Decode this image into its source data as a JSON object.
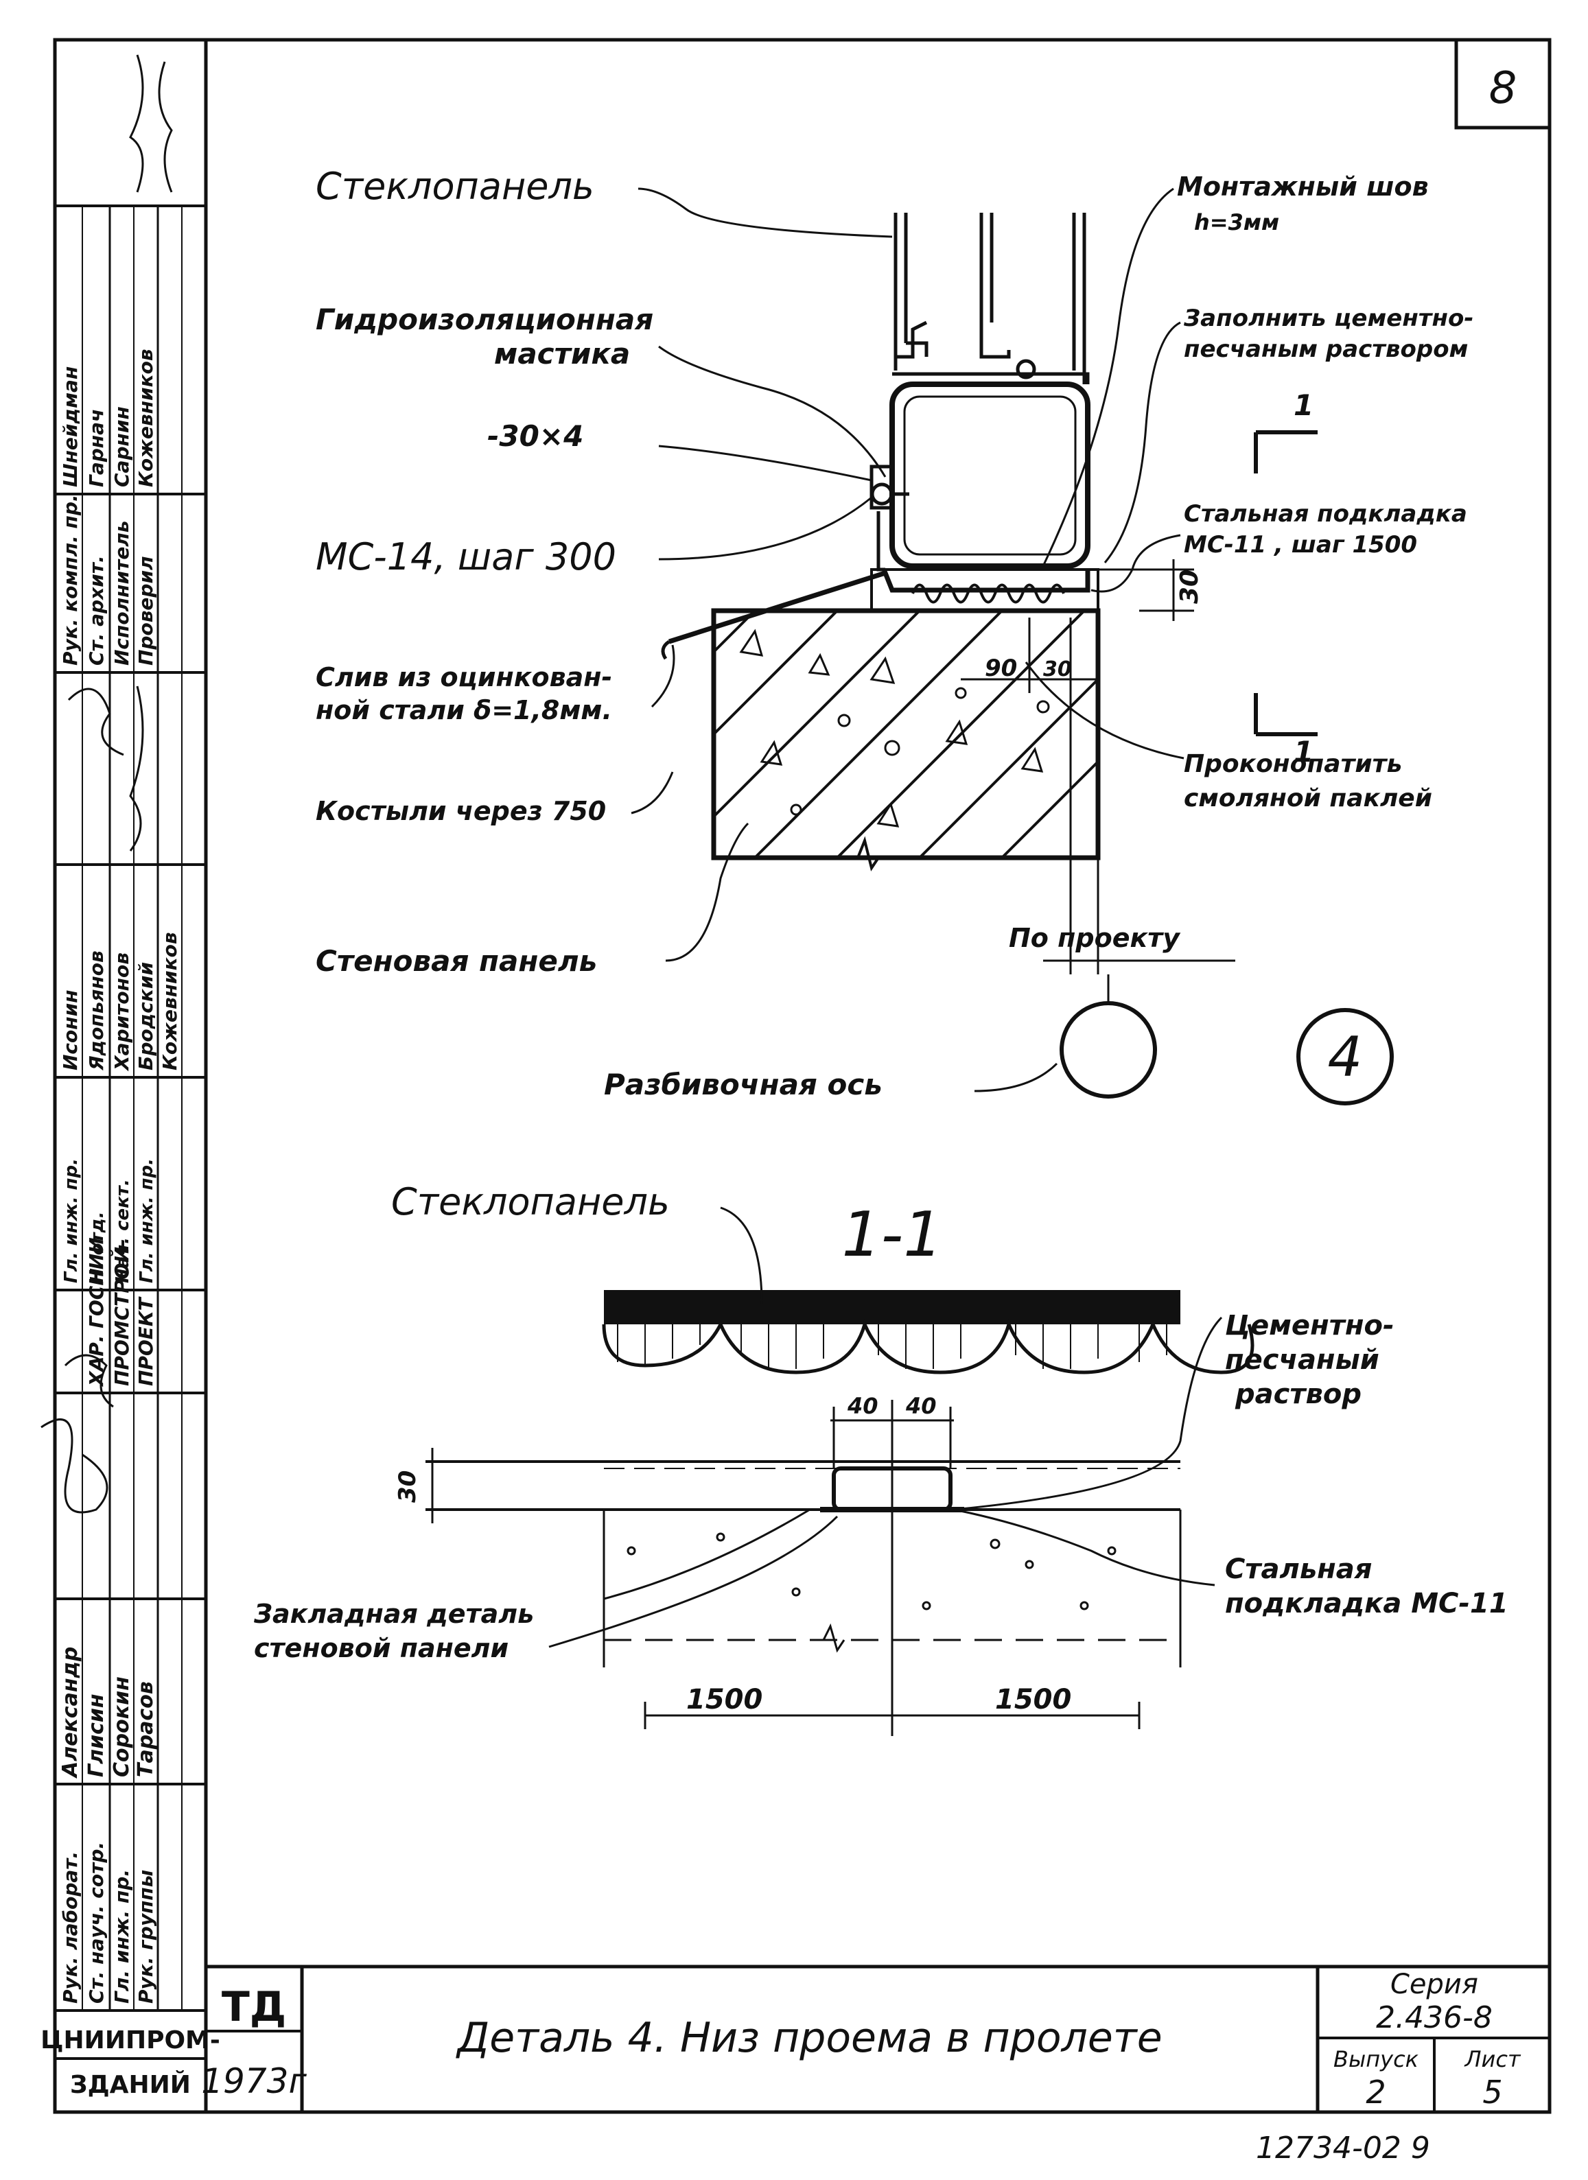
{
  "sheet_number": "8",
  "labels": {
    "glass_panel_top": "Стеклопанель",
    "mounting_joint": "Монтажный шов",
    "mounting_joint_sub": "h=3мм",
    "waterproof_mastic_1": "Гидроизоляционная",
    "waterproof_mastic_2": "мастика",
    "fill_mortar_1": "Заполнить цементно-",
    "fill_mortar_2": "песчаным раствором",
    "strip": "-30×4",
    "ms14": "МС-14, шаг 300",
    "steel_plate_1": "Стальная подкладка",
    "steel_plate_2": "МС-11 , шаг 1500",
    "drip_1": "Слив из оцинкован-",
    "drip_2": "ной стали δ=1,8мм.",
    "crutches": "Костыли через 750",
    "caulk_1": "Проконопатить",
    "caulk_2": "смоляной паклей",
    "wall_panel": "Стеновая панель",
    "by_project": "По проекту",
    "layout_axis": "Разбивочная ось",
    "detail_no": "4",
    "section_mark": "1",
    "section_title": "1-1",
    "glass_panel_section": "Стеклопанель",
    "mortar_1": "Цементно-",
    "mortar_2": "песчаный",
    "mortar_3": "раствор",
    "plate_1": "Стальная",
    "plate_2": "подкладка МС-11",
    "embedded_1": "Закладная деталь",
    "embedded_2": "стеновой панели"
  },
  "dimensions": {
    "d30_top": "30",
    "d90": "90",
    "d30_small": "30",
    "d40_left": "40",
    "d40_right": "40",
    "d30_section": "30",
    "d1500_left": "1500",
    "d1500_right": "1500"
  },
  "title_block": {
    "org_code": "ТД",
    "year": "1973г",
    "institute_1": "ЦНИИПРОМ-",
    "institute_2": "ЗДАНИЙ",
    "title": "Деталь 4.  Низ проема в пролете",
    "series_label": "Серия",
    "series_value": "2.436-8",
    "issue_label": "Выпуск",
    "issue_value": "2",
    "sheet_label": "Лист",
    "sheet_value": "5",
    "archive_no": "12734-02   9"
  },
  "side_stamp": {
    "block1_roles": [
      "Рук. лаборат.",
      "Ст. науч. сотр.",
      "Гл. инж. пр.",
      "Рук. группы"
    ],
    "block1_names": [
      "Александр",
      "Глисин",
      "Сорокин",
      "Тарасов"
    ],
    "block2_org": [
      "ХАР. ГОСНИИ",
      "ПРОМСТРОЙ-",
      "ПРОЕКТ"
    ],
    "block3_roles": [
      "Гл. инж. пр.",
      "Н. отд.",
      "Нач. сект.",
      "Гл. инж. пр."
    ],
    "block3_names": [
      "Исонин",
      "Ядопьянов",
      "Харитонов",
      "Бродский",
      "Кожевников"
    ],
    "block4_roles": [
      "Рук. компл. пр.",
      "Ст. архит.",
      "Исполнитель",
      "Проверил"
    ],
    "block4_names": [
      "Шнейдман",
      "Гарнач",
      "Сарнин",
      "Кожевников"
    ]
  }
}
